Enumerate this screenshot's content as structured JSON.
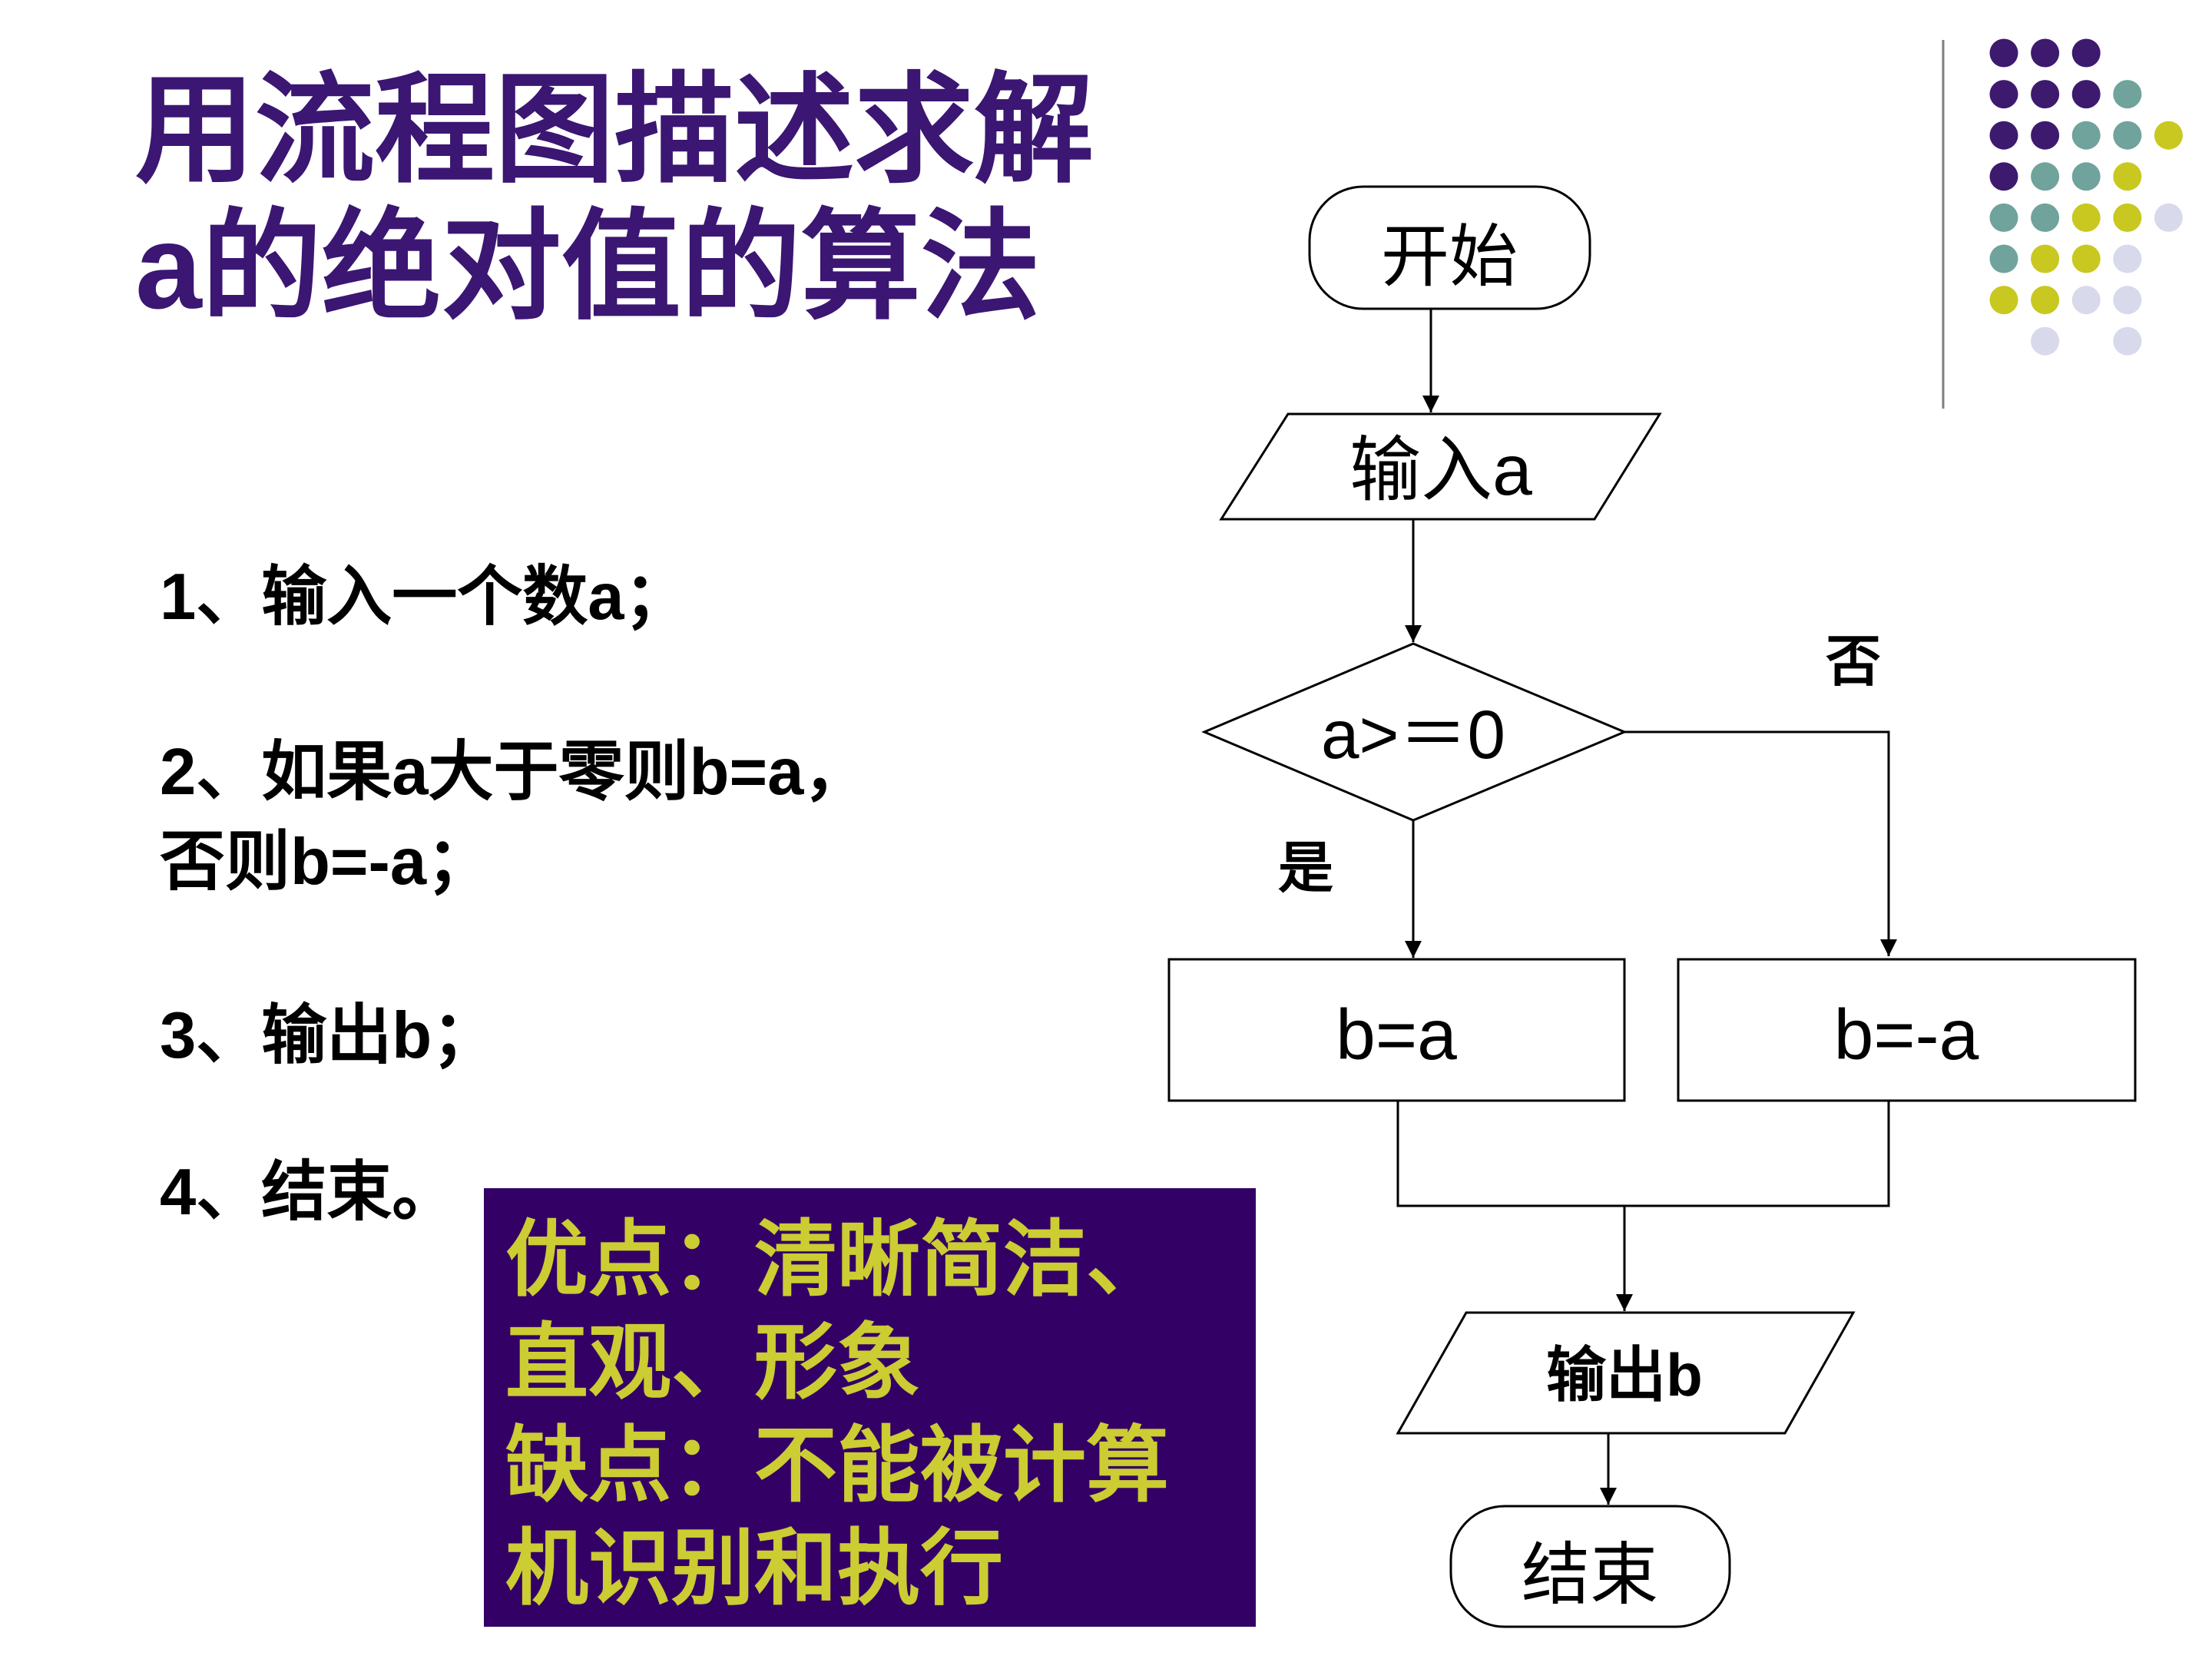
{
  "slide": {
    "title_lines": [
      "用流程图描述求解",
      "a的绝对值的算法"
    ],
    "steps": [
      {
        "lines": [
          "1、输入一个数a；"
        ]
      },
      {
        "lines": [
          "2、如果a大于零则b=a，",
          "否则b=-a；"
        ]
      },
      {
        "lines": [
          "3、输出b；"
        ]
      },
      {
        "lines": [
          "4、结束。"
        ]
      }
    ],
    "note_box": {
      "lines": [
        "优点：清晰简洁、",
        "直观、形象",
        "缺点：不能被计算",
        "机识别和执行"
      ]
    }
  },
  "flowchart": {
    "start": "开始",
    "input": "输入a",
    "condition": "a>＝0",
    "yes_label": "是",
    "no_label": "否",
    "yes_action": "b=a",
    "no_action": "b=-a",
    "output": "输出b",
    "end": "结束"
  },
  "theme": {
    "title_color": "#3b1672",
    "text_color": "#000000",
    "note_bg": "#330066",
    "note_text_color": "#cccc33",
    "divider_color": "#7f7f7f",
    "dot_colors": {
      "purple": "#3d1a6e",
      "teal": "#6fa39c",
      "yellow": "#c8c820",
      "lavender": "#d9d9ec"
    }
  }
}
